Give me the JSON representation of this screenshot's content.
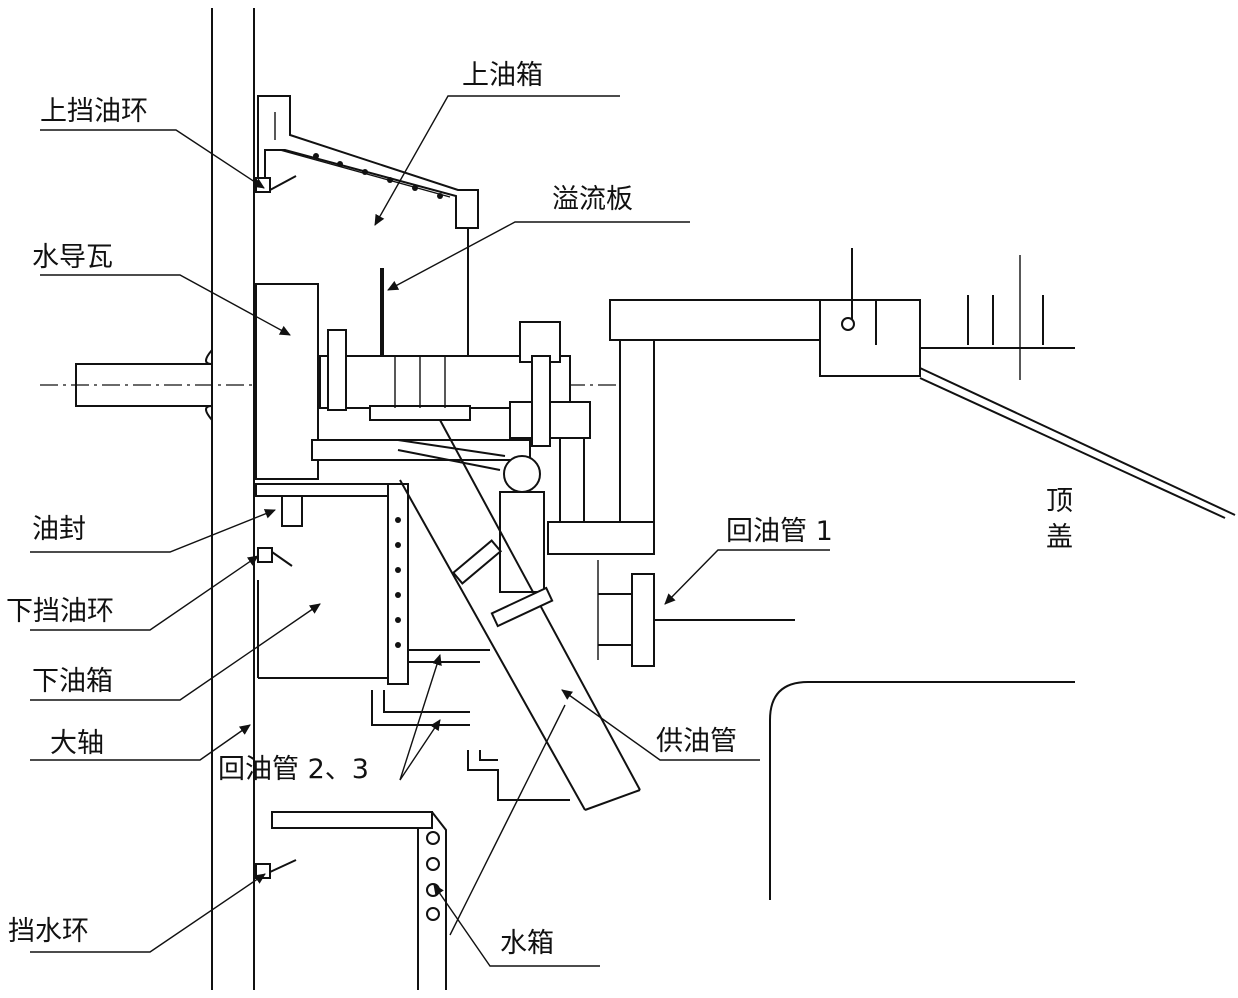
{
  "labels": {
    "upper_oil_tank": "上油箱",
    "upper_oil_ring": "上挡油环",
    "overflow_plate": "溢流板",
    "water_guide_bearing": "水导瓦",
    "top_cover_1": "顶",
    "top_cover_2": "盖",
    "return_pipe_1": "回油管 1",
    "oil_seal": "油封",
    "lower_oil_ring": "下挡油环",
    "lower_oil_tank": "下油箱",
    "main_shaft": "大轴",
    "supply_pipe": "供油管",
    "return_pipe_23": "回油管 2、3",
    "water_ring": "挡水环",
    "water_tank": "水箱"
  }
}
